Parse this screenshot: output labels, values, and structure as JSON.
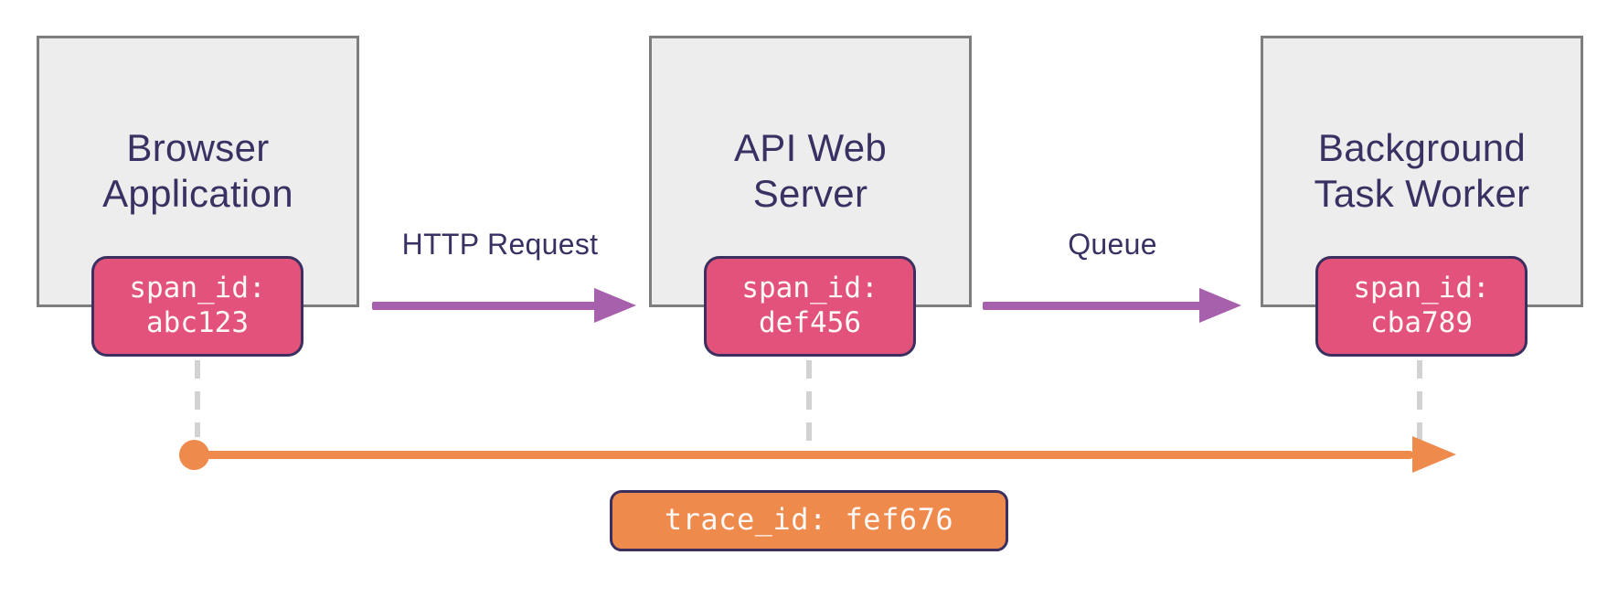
{
  "diagram": {
    "nodes": [
      {
        "label": "Browser Application",
        "label_lines": [
          "Browser",
          "Application"
        ],
        "span_badge": {
          "line1": "span_id:",
          "line2": "abc123"
        }
      },
      {
        "label": "API Web Server",
        "label_lines": [
          "API Web",
          "Server"
        ],
        "span_badge": {
          "line1": "span_id:",
          "line2": "def456"
        }
      },
      {
        "label": "Background Task Worker",
        "label_lines": [
          "Background",
          "Task Worker"
        ],
        "span_badge": {
          "line1": "span_id:",
          "line2": "cba789"
        }
      }
    ],
    "edges": [
      {
        "label": "HTTP Request"
      },
      {
        "label": "Queue"
      }
    ],
    "timeline": {
      "trace_badge_label": "trace_id: fef676"
    },
    "colors": {
      "node_fill": "#ededed",
      "node_border": "#7e7e7e",
      "node_text": "#3a3163",
      "span_badge_fill": "#e2527a",
      "badge_border": "#3b2f5f",
      "badge_text": "#fcf9f7",
      "edge_arrow": "#a760ab",
      "timeline": "#ef8a4d",
      "trace_badge_fill": "#ef8a4d",
      "dashed_connector": "#d2d2d2"
    }
  }
}
